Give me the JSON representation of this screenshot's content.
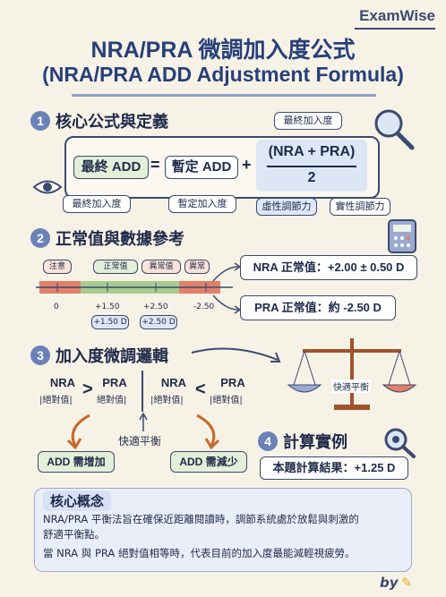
{
  "brand": "ExamWise",
  "title_line1": "NRA/PRA 微調加入度公式",
  "title_line2": "(NRA/PRA ADD Adjustment Formula)",
  "sections": {
    "s1": {
      "num": "1",
      "title": "核心公式與定義"
    },
    "s2": {
      "num": "2",
      "title": "正常值與數據參考"
    },
    "s3": {
      "num": "3",
      "title": "加入度微調邏輯"
    },
    "s4": {
      "num": "4",
      "title": "計算實例"
    }
  },
  "formula": {
    "final_add": "最終 ADD",
    "equals": "=",
    "provisional_add": "暫定 ADD",
    "plus": "+",
    "numerator": "(NRA + PRA)",
    "denominator": "2",
    "label_final_top": "最終加入度",
    "label_final_bottom": "最終加入度",
    "label_provisional": "暫定加入度",
    "label_virtual": "虛性調節力",
    "label_real": "實性調節力"
  },
  "scale": {
    "zone_attention": "注意",
    "zone_normal": "正常值",
    "zone_abnormal": "異常值",
    "zone_abnormal2": "異常",
    "ticks": [
      "0",
      "+1.50",
      "+2.50",
      "-2.50"
    ],
    "tags": [
      "+1.50 D",
      "+2.50 D"
    ],
    "nra_normal": "NRA 正常值：+2.00 ± 0.50 D",
    "pra_normal": "PRA 正常值：約 -2.50 D"
  },
  "logic": {
    "left_a": "NRA",
    "left_a2": "|絕對值|",
    "gt": ">",
    "left_b": "PRA",
    "left_b2": "絕對值|",
    "right_a": "NRA",
    "right_a2": "|絕對值|",
    "lt": "<",
    "right_b": "PRA",
    "right_b2": "|絕對值|",
    "balance": "快適平衡",
    "increase": "ADD 需增加",
    "decrease": "ADD 需減少",
    "scale_label": "快適平衡"
  },
  "example": {
    "result": "本題計算結果：+1.25 D"
  },
  "concept": {
    "title": "核心概念",
    "line1": "NRA/PRA 平衡法旨在確保近距離閱讀時，調節系統處於放鬆與刺激的",
    "line2": "舒適平衡點。",
    "line3": "當 NRA 與 PRA 絕對值相等時，代表目前的加入度最能減輕視疲勞。"
  },
  "signature": "by",
  "colors": {
    "accent": "#27407a",
    "green": "#7fb070",
    "red": "#e0806a",
    "orange": "#c8682a"
  }
}
